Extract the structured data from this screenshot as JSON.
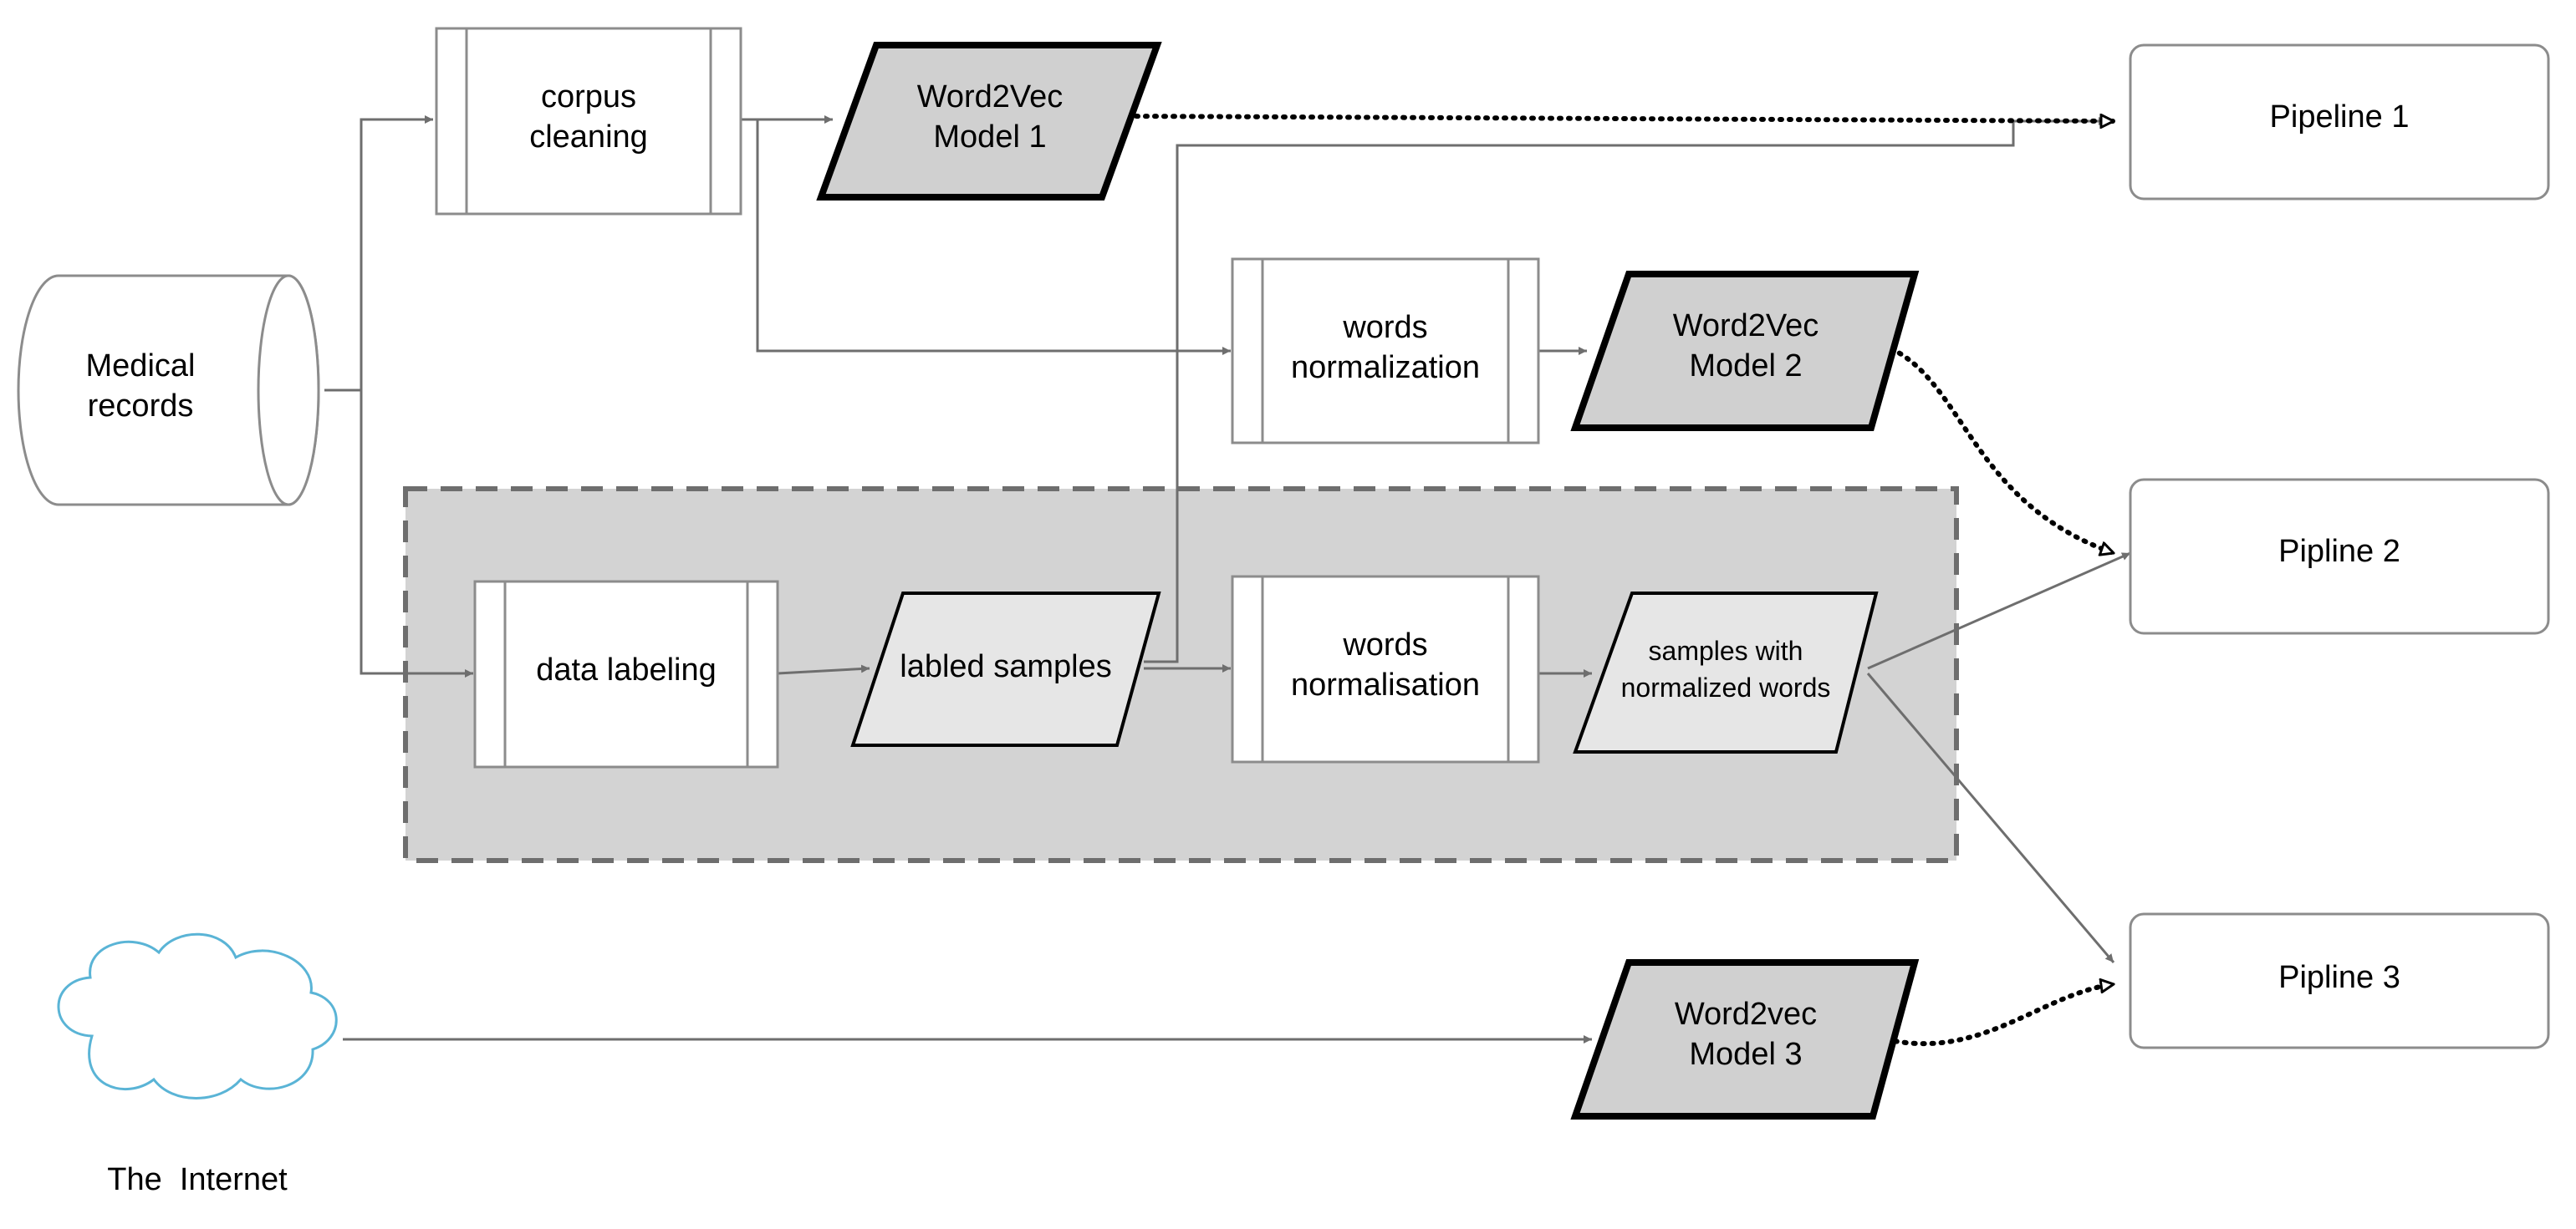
{
  "diagram": {
    "nodes": {
      "medical_records": "Medical records",
      "corpus_cleaning": "corpus cleaning",
      "w2v_model_1": "Word2Vec Model 1",
      "words_normalization": "words normalization",
      "w2v_model_2": "Word2Vec Model 2",
      "data_labeling": "data labeling",
      "labled_samples": "labled samples",
      "words_normalisation": "words normalisation",
      "samples_normalized": "samples with normalized words",
      "internet": "The  Internet",
      "w2v_model_3": "Word2vec Model 3",
      "pipeline_1": "Pipeline 1",
      "pipline_2": "Pipline 2",
      "pipline_3": "Pipline 3"
    },
    "lines": {
      "medical_records": [
        "Medical",
        "records"
      ],
      "corpus_cleaning": [
        "corpus",
        "cleaning"
      ],
      "w2v_model_1": [
        "Word2Vec",
        "Model 1"
      ],
      "words_normalization": [
        "words",
        "normalization"
      ],
      "w2v_model_2": [
        "Word2Vec",
        "Model 2"
      ],
      "words_normalisation": [
        "words",
        "normalisation"
      ],
      "samples_normalized": [
        "samples with",
        "normalized words"
      ],
      "w2v_model_3": [
        "Word2vec",
        "Model 3"
      ]
    },
    "edges": [
      {
        "from": "medical_records",
        "to": "corpus_cleaning",
        "style": "solid"
      },
      {
        "from": "medical_records",
        "to": "data_labeling",
        "style": "solid"
      },
      {
        "from": "corpus_cleaning",
        "to": "w2v_model_1",
        "style": "solid"
      },
      {
        "from": "corpus_cleaning",
        "to": "words_normalization",
        "style": "solid"
      },
      {
        "from": "words_normalization",
        "to": "w2v_model_2",
        "style": "solid"
      },
      {
        "from": "data_labeling",
        "to": "labled_samples",
        "style": "solid"
      },
      {
        "from": "labled_samples",
        "to": "words_normalisation",
        "style": "solid"
      },
      {
        "from": "labled_samples",
        "to": "pipeline_1",
        "style": "solid"
      },
      {
        "from": "words_normalisation",
        "to": "samples_normalized",
        "style": "solid"
      },
      {
        "from": "samples_normalized",
        "to": "pipline_2",
        "style": "solid"
      },
      {
        "from": "samples_normalized",
        "to": "pipline_3",
        "style": "solid"
      },
      {
        "from": "internet",
        "to": "w2v_model_3",
        "style": "solid"
      },
      {
        "from": "w2v_model_1",
        "to": "pipeline_1",
        "style": "dotted"
      },
      {
        "from": "w2v_model_2",
        "to": "pipline_2",
        "style": "dotted"
      },
      {
        "from": "w2v_model_3",
        "to": "pipline_3",
        "style": "dotted"
      }
    ],
    "colors": {
      "edge": "#6e6e6e",
      "box_border": "#8c8c8c",
      "model_fill": "#d0d0d0",
      "sample_fill": "#e6e6e6",
      "group_fill": "#d3d3d3",
      "group_border": "#6e6e6e",
      "cloud_stroke": "#5ab4d6"
    }
  }
}
